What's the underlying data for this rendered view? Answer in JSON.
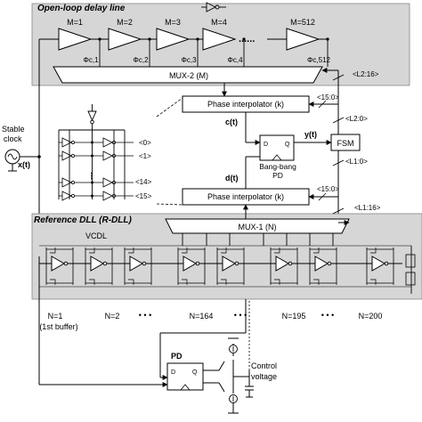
{
  "sections": {
    "open_loop_title": "Open-loop delay line",
    "reference_dll_title": "Reference DLL (R-DLL)"
  },
  "delay_line": {
    "stages": [
      {
        "label": "M=1",
        "phase": "Φc,1"
      },
      {
        "label": "M=2",
        "phase": "Φc,2"
      },
      {
        "label": "M=3",
        "phase": "Φc,3"
      },
      {
        "label": "M=4",
        "phase": "Φc,4"
      },
      {
        "label": "M=512",
        "phase": "Φc,512"
      }
    ],
    "dots": "......"
  },
  "input": {
    "stable_clock": [
      "Stable",
      "clock"
    ],
    "signal": "x(t)"
  },
  "blocks": {
    "mux2": "MUX-2 (M)",
    "mux1": "MUX-1 (N)",
    "pi_top": "Phase interpolator (k)",
    "pi_bottom": "Phase interpolator (k)",
    "bbpd": [
      "Bang-bang",
      "PD"
    ],
    "fsm": "FSM",
    "pd": "PD",
    "vcdl": "VCDL"
  },
  "signals": {
    "c": "c(t)",
    "d": "d(t)",
    "y": "y(t)",
    "ff_d": "D",
    "ff_q": "Q",
    "pd_d": "D",
    "pd_q": "Q"
  },
  "buses": {
    "l2_16": "<L2:16>",
    "b15_top": "<15:0>",
    "l2_0": "<L2:0>",
    "l1_0": "<L1:0>",
    "b15_bot": "<15:0>",
    "l1_16": "<L1:16>"
  },
  "inset": {
    "codes": [
      "<0>",
      "<1>",
      "<14>",
      "<15>"
    ]
  },
  "dll_stages": [
    {
      "label": "N=1",
      "sub": "(1st buffer)"
    },
    {
      "label": "N=2",
      "sub": ""
    },
    {
      "label": "N=164",
      "sub": ""
    },
    {
      "label": "N=195",
      "sub": ""
    },
    {
      "label": "N=200",
      "sub": ""
    }
  ],
  "ellipsis": "• • •",
  "control_voltage": [
    "Control",
    "voltage"
  ]
}
